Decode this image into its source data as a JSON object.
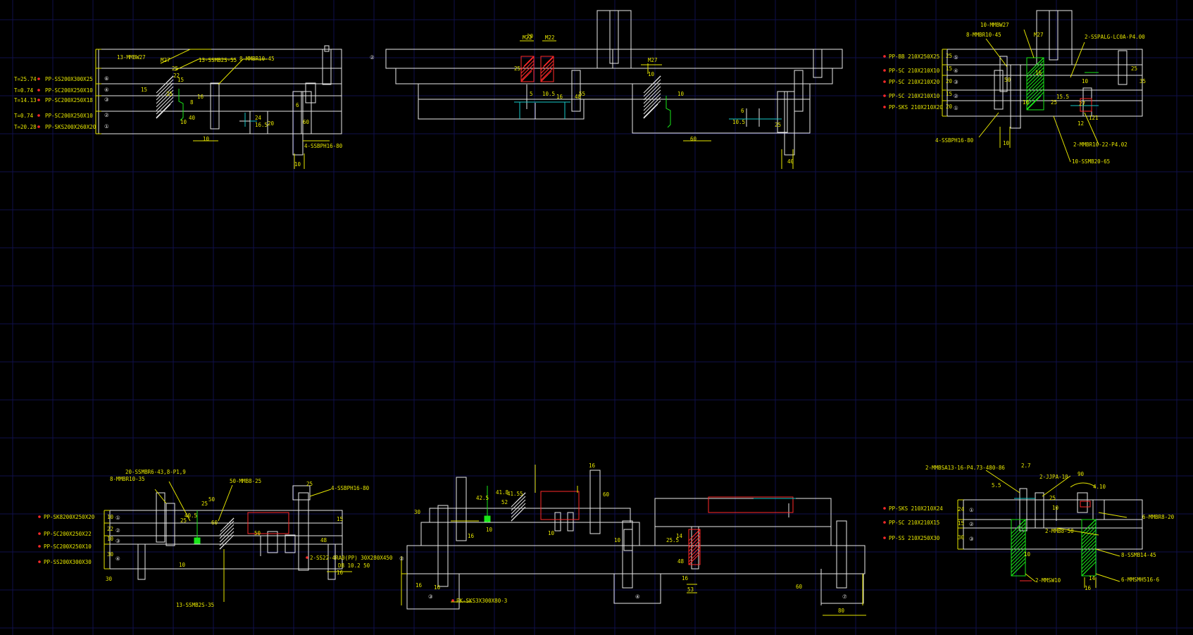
{
  "drawing": {
    "background": "#000000",
    "grid_color": "#10104a",
    "line_color": "#e8e8e8",
    "dim_color": "#e6e600",
    "accent_red": "#ff2a2a",
    "accent_green": "#19e619",
    "accent_cyan": "#16c8c8"
  },
  "views": {
    "top_left": {
      "plates": [
        {
          "bubble": "⑥",
          "spec": "PP-SS200X300X25",
          "thickness": ""
        },
        {
          "bubble": "④",
          "spec": "PP-SC200X250X10",
          "thickness": "T=0.74"
        },
        {
          "bubble": "③",
          "spec": "PP-SC200X250X18",
          "thickness": "T=14.13"
        },
        {
          "bubble": "②",
          "spec": "PP-SC200X250X10",
          "thickness": "T=0.74"
        },
        {
          "bubble": "①",
          "spec": "PP-SKS200X260X20",
          "thickness": "T=20.28"
        }
      ],
      "top_thickness": "T=25.74",
      "callouts": [
        "13-MMBW27",
        "M27",
        "13-SSMB2S-55",
        "8-MMBR10-45",
        "4-SSBPH16-80"
      ],
      "dims": [
        "25",
        "15",
        "25",
        "10",
        "40",
        "8",
        "10",
        "16",
        "22",
        "15",
        "24",
        "20",
        "60",
        "16.5",
        "6",
        "10"
      ]
    },
    "top_middle": {
      "bubble": "②",
      "callouts": [
        "M22",
        "M22",
        "M27"
      ],
      "dims": [
        "20",
        "25",
        "5",
        "10.5",
        "16",
        "48",
        "55",
        "10",
        "60",
        "10",
        "25",
        "40",
        "6",
        "10.5"
      ]
    },
    "top_right": {
      "plates": [
        {
          "bubble": "⑤",
          "spec": "PP-BB 210X250X25"
        },
        {
          "bubble": "④",
          "spec": "PP-SC 210X210X10"
        },
        {
          "bubble": "③",
          "spec": "PP-SC 210X210X20"
        },
        {
          "bubble": "②",
          "spec": "PP-SC 210X210X10"
        },
        {
          "bubble": "①",
          "spec": "PP-SKS 210X210X20"
        }
      ],
      "callouts": [
        "10-MMBW27",
        "8-MMBR10-45",
        "M27",
        "2-SSPALG-LC0A-P4.00",
        "4-SSBPH16-80",
        "2-MMBR10-22-P4.02",
        "10-SSMB20-65"
      ],
      "dims": [
        "25",
        "15",
        "20",
        "15",
        "20",
        "10",
        "50",
        "25",
        "10",
        "16",
        "25",
        "35",
        "10",
        "15.5",
        "27",
        "121",
        "12"
      ]
    },
    "bottom_left": {
      "plates": [
        {
          "bubble": "①",
          "spec": "PP-SK8200X250X20"
        },
        {
          "bubble": "②",
          "spec": "PP-SC200X250X22"
        },
        {
          "bubble": "③",
          "spec": "PP-SC200X250X10"
        },
        {
          "bubble": "④",
          "spec": "PP-SS200X300X30"
        }
      ],
      "callouts": [
        "20-SSMBR6-43,8-P1,9",
        "8-MMBR10-35",
        "50-MMB8-25",
        "4-SSBPH16-80",
        "13-SSMB2S-35"
      ],
      "dims": [
        "10",
        "22",
        "10",
        "30",
        "30",
        "25",
        "40.5",
        "50",
        "60",
        "10",
        "16",
        "25",
        "50",
        "15",
        "25",
        "48"
      ]
    },
    "bottom_middle": {
      "callouts": [
        "2-SS22-4RA0(PP) 30X280X450",
        "DB 10.2 50",
        "PK-SKS3X300X80-3"
      ],
      "part_label": "PK-SKS3X300X80-3",
      "bubbles": [
        "②",
        "③",
        "④",
        "⑦"
      ],
      "dims": [
        "16",
        "30",
        "42.5",
        "52",
        "10",
        "10",
        "10",
        "60",
        "16",
        "80",
        "16",
        "25.5",
        "48",
        "14",
        "16",
        "53",
        "60",
        "41.8",
        "41.55",
        "16"
      ]
    },
    "bottom_right": {
      "plates": [
        {
          "bubble": "①",
          "spec": "PP-SKS 210X210X24"
        },
        {
          "bubble": "②",
          "spec": "PP-SC 210X210X15"
        },
        {
          "bubble": "③",
          "spec": "PP-SS 210X250X30"
        }
      ],
      "callouts": [
        "2-MMBSA13-16-P4.73-480-86",
        "2-JJPA-10",
        "6-MMBR8-20",
        "2-MMB8-50",
        "8-SSMB14-45",
        "6-MMSMH516-6",
        "2-MMSW10"
      ],
      "dims": [
        "2.7",
        "90",
        "4.10",
        "5.5",
        "24",
        "15",
        "30",
        "25",
        "14",
        "10",
        "10",
        "16"
      ]
    }
  }
}
